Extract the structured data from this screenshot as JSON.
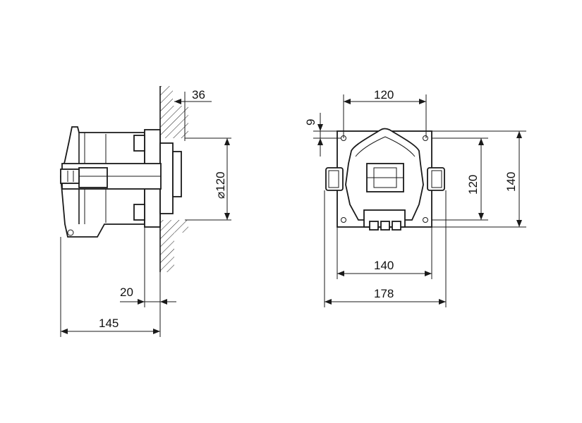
{
  "side_view": {
    "dim_wall_offset": "36",
    "dim_diameter": "⌀120",
    "dim_flange": "20",
    "dim_depth": "145"
  },
  "front_view": {
    "dim_top_width": "120",
    "dim_small": "9",
    "dim_inner_height": "120",
    "dim_outer_height": "140",
    "dim_bottom_width": "140",
    "dim_overall_width": "178"
  }
}
